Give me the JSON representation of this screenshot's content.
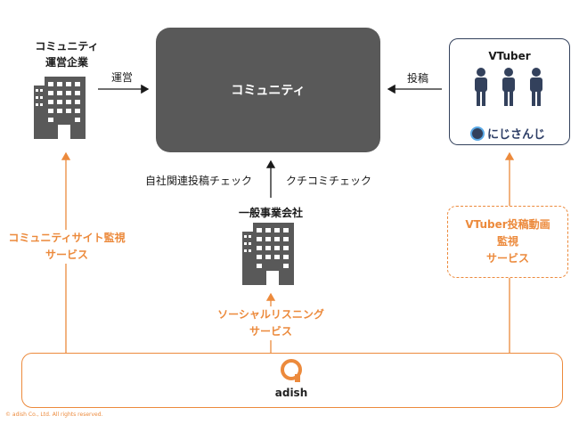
{
  "community": {
    "label": "コミュニティ"
  },
  "operator": {
    "title_line1": "コミュニティ",
    "title_line2": "運営企業",
    "edge_label": "運営"
  },
  "vtuber": {
    "title": "VTuber",
    "edge_label": "投稿",
    "logo_text": "にじさんじ"
  },
  "general_company": {
    "title": "一般事業会社"
  },
  "checks": {
    "left": "自社関連投稿チェック",
    "right": "クチコミチェック"
  },
  "services": {
    "community_site_monitoring": {
      "line1": "コミュニティサイト監視",
      "line2": "サービス"
    },
    "social_listening": {
      "line1": "ソーシャルリスニング",
      "line2": "サービス"
    },
    "vtuber_monitoring": {
      "line1": "VTuber投稿動画",
      "line2": "監視",
      "line3": "サービス"
    }
  },
  "adish": {
    "name": "adish"
  },
  "footer": {
    "copyright": "© adish Co., Ltd. All rights reserved."
  },
  "colors": {
    "orange": "#ec8a3c",
    "dark_gray": "#595959",
    "navy": "#33415c"
  }
}
